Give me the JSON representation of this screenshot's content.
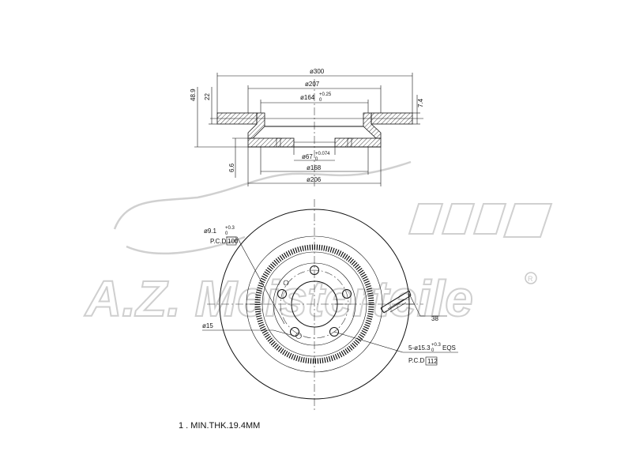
{
  "watermark": {
    "brand": "A.Z. Meisterteile",
    "registered": "R"
  },
  "side_view": {
    "overall_diameter": "ø300",
    "hat_outer_diameter": "ø207",
    "hat_bore": "ø164",
    "hat_bore_tol_upper": "+0.25",
    "hat_bore_tol_lower": "0",
    "center_bore": "ø67",
    "center_bore_tol_upper": "+0.074",
    "center_bore_tol_lower": "0",
    "inner_diameter_168": "ø168",
    "inner_diameter_206": "ø206",
    "height_total": "48.9",
    "height_22": "22",
    "disc_thickness": "7.4",
    "flange_thickness": "6.6"
  },
  "front_view": {
    "small_hole": "ø9.1",
    "small_hole_tol_upper": "+0.3",
    "small_hole_tol_lower": "0",
    "pcd_label_1": "P.C.D",
    "pcd_value_1": "100",
    "hole_15": "ø15",
    "dim_38": "38",
    "bolt_holes": "5-ø15.3",
    "bolt_holes_tol_upper": "+0.3",
    "bolt_holes_tol_lower": "0",
    "bolt_holes_suffix": "EQS",
    "pcd_label_2": "P.C.D",
    "pcd_value_2": "112"
  },
  "note": "1 . MIN.THK.19.4MM"
}
